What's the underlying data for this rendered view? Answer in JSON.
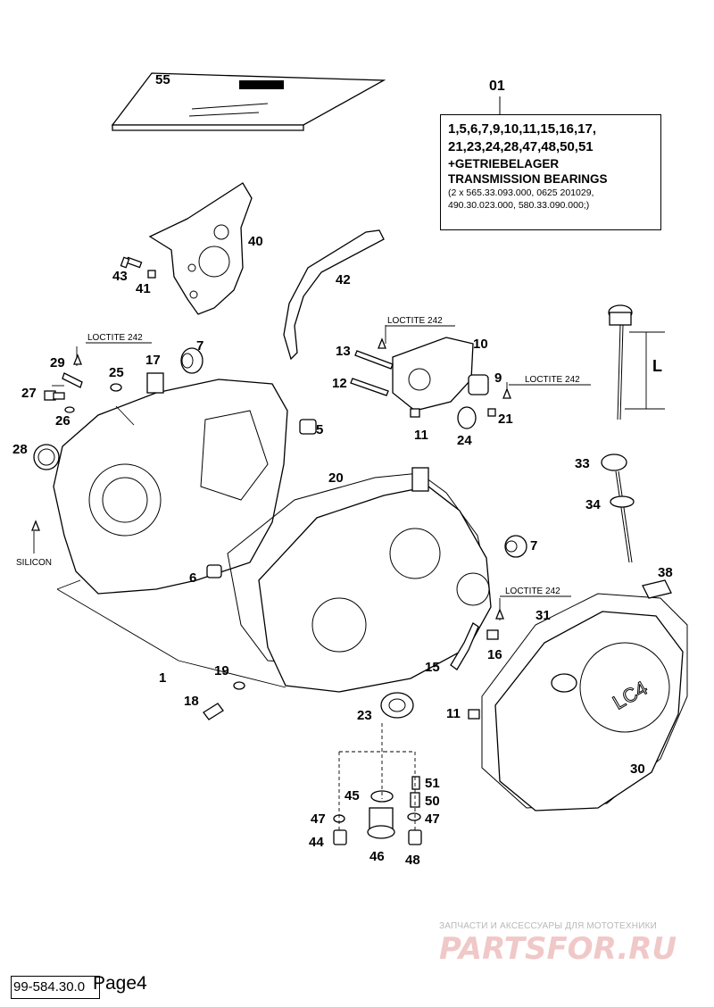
{
  "set_number": "01",
  "kit_box": {
    "line1": "1,5,6,7,9,10,11,15,16,17,",
    "line2": "21,23,24,28,47,48,50,51",
    "line3": "+GETRIEBELAGER",
    "line4": "TRANSMISSION BEARINGS",
    "line5": "(2 x 565.33.093.000, 0625 201029,",
    "line6": "490.30.023.000, 580.33.090.000;)"
  },
  "notes": {
    "loctite_left": "LOCTITE 242",
    "loctite_mid": "LOCTITE 242",
    "loctite_right": "LOCTITE 242",
    "loctite_lower": "LOCTITE 242",
    "silicon": "SILICON",
    "dimension_l": "L",
    "cover_logo": "LC4"
  },
  "callouts": {
    "c55": "55",
    "c40": "40",
    "c42": "42",
    "c43": "43",
    "c41": "41",
    "c7a": "7",
    "c29": "29",
    "c25": "25",
    "c17": "17",
    "c27": "27",
    "c26": "26",
    "c28": "28",
    "c5": "5",
    "c13": "13",
    "c10": "10",
    "c12": "12",
    "c9": "9",
    "c21": "21",
    "c11a": "11",
    "c24": "24",
    "c33": "33",
    "c34": "34",
    "c20": "20",
    "c7b": "7",
    "c6": "6",
    "c38": "38",
    "c31": "31",
    "c16": "16",
    "c15": "15",
    "c1": "1",
    "c19": "19",
    "c18": "18",
    "c23": "23",
    "c11b": "11",
    "c30": "30",
    "c51": "51",
    "c45": "45",
    "c50": "50",
    "c47a": "47",
    "c47b": "47",
    "c44": "44",
    "c46": "46",
    "c48": "48"
  },
  "footer": {
    "part_number": "99-584.30.0",
    "page": "Page4"
  },
  "watermark": {
    "tagline": "ЗАПЧАСТИ И АКСЕССУАРЫ ДЛЯ МОТОТЕХНИКИ",
    "brand": "PARTSFOR.RU"
  },
  "colors": {
    "line": "#000000",
    "watermark_text": "#b8b8b8",
    "watermark_logo": "#f0c8c8"
  }
}
